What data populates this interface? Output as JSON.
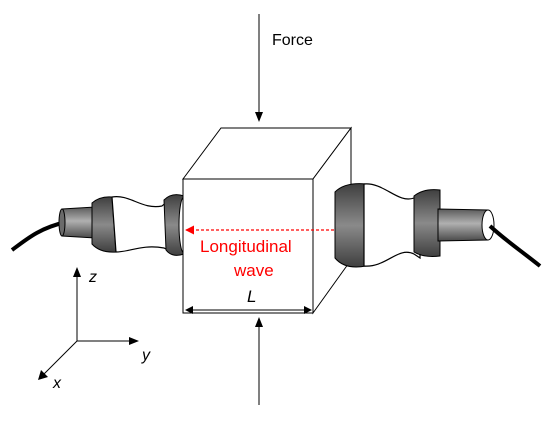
{
  "labels": {
    "force": "Force",
    "wave_line1": "Longitudinal",
    "wave_line2": "wave",
    "length": "L",
    "axis_z": "z",
    "axis_y": "y",
    "axis_x": "x"
  },
  "colors": {
    "wave": "#ff0000",
    "outline": "#000000",
    "dark_band": "#595959",
    "transducer_body": "#ffffff",
    "connector": "#7a7a7a"
  }
}
